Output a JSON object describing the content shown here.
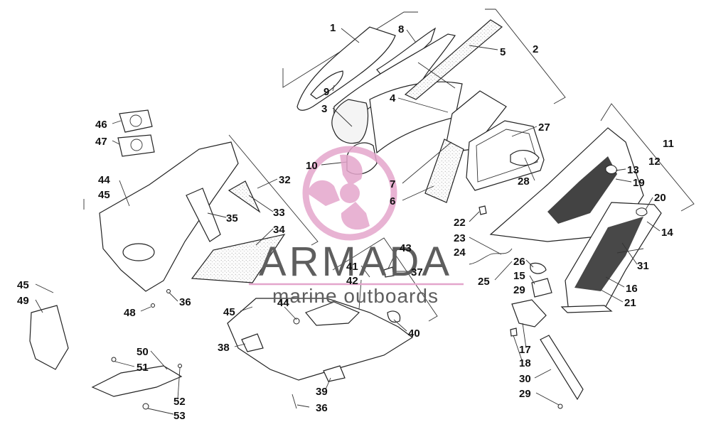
{
  "watermark": {
    "brand": "ARMADA",
    "tagline": "marine outboards",
    "logo_color": "#e4a6cc",
    "text_color": "#5e5e5e"
  },
  "callouts": [
    {
      "id": "c1",
      "label": "1"
    },
    {
      "id": "c2",
      "label": "2"
    },
    {
      "id": "c3",
      "label": "3"
    },
    {
      "id": "c4",
      "label": "4"
    },
    {
      "id": "c5",
      "label": "5"
    },
    {
      "id": "c6",
      "label": "6"
    },
    {
      "id": "c7",
      "label": "7"
    },
    {
      "id": "c8",
      "label": "8"
    },
    {
      "id": "c9",
      "label": "9"
    },
    {
      "id": "c10",
      "label": "10"
    },
    {
      "id": "c11",
      "label": "11"
    },
    {
      "id": "c12",
      "label": "12"
    },
    {
      "id": "c13",
      "label": "13"
    },
    {
      "id": "c14",
      "label": "14"
    },
    {
      "id": "c15",
      "label": "15"
    },
    {
      "id": "c16",
      "label": "16"
    },
    {
      "id": "c17",
      "label": "17"
    },
    {
      "id": "c18",
      "label": "18"
    },
    {
      "id": "c19",
      "label": "19"
    },
    {
      "id": "c20",
      "label": "20"
    },
    {
      "id": "c21",
      "label": "21"
    },
    {
      "id": "c22",
      "label": "22"
    },
    {
      "id": "c23",
      "label": "23"
    },
    {
      "id": "c24",
      "label": "24"
    },
    {
      "id": "c25",
      "label": "25"
    },
    {
      "id": "c26",
      "label": "26"
    },
    {
      "id": "c27",
      "label": "27"
    },
    {
      "id": "c28",
      "label": "28"
    },
    {
      "id": "c29a",
      "label": "29"
    },
    {
      "id": "c29b",
      "label": "29"
    },
    {
      "id": "c30",
      "label": "30"
    },
    {
      "id": "c31",
      "label": "31"
    },
    {
      "id": "c32",
      "label": "32"
    },
    {
      "id": "c33",
      "label": "33"
    },
    {
      "id": "c34",
      "label": "34"
    },
    {
      "id": "c35",
      "label": "35"
    },
    {
      "id": "c36a",
      "label": "36"
    },
    {
      "id": "c36b",
      "label": "36"
    },
    {
      "id": "c37",
      "label": "37"
    },
    {
      "id": "c38",
      "label": "38"
    },
    {
      "id": "c39",
      "label": "39"
    },
    {
      "id": "c40",
      "label": "40"
    },
    {
      "id": "c41",
      "label": "41"
    },
    {
      "id": "c42",
      "label": "42"
    },
    {
      "id": "c43",
      "label": "43"
    },
    {
      "id": "c44a",
      "label": "44"
    },
    {
      "id": "c44b",
      "label": "44"
    },
    {
      "id": "c45a",
      "label": "45"
    },
    {
      "id": "c45b",
      "label": "45"
    },
    {
      "id": "c45c",
      "label": "45"
    },
    {
      "id": "c46",
      "label": "46"
    },
    {
      "id": "c47",
      "label": "47"
    },
    {
      "id": "c48",
      "label": "48"
    },
    {
      "id": "c49",
      "label": "49"
    },
    {
      "id": "c50",
      "label": "50"
    },
    {
      "id": "c51",
      "label": "51"
    },
    {
      "id": "c52",
      "label": "52"
    },
    {
      "id": "c53",
      "label": "53"
    }
  ]
}
